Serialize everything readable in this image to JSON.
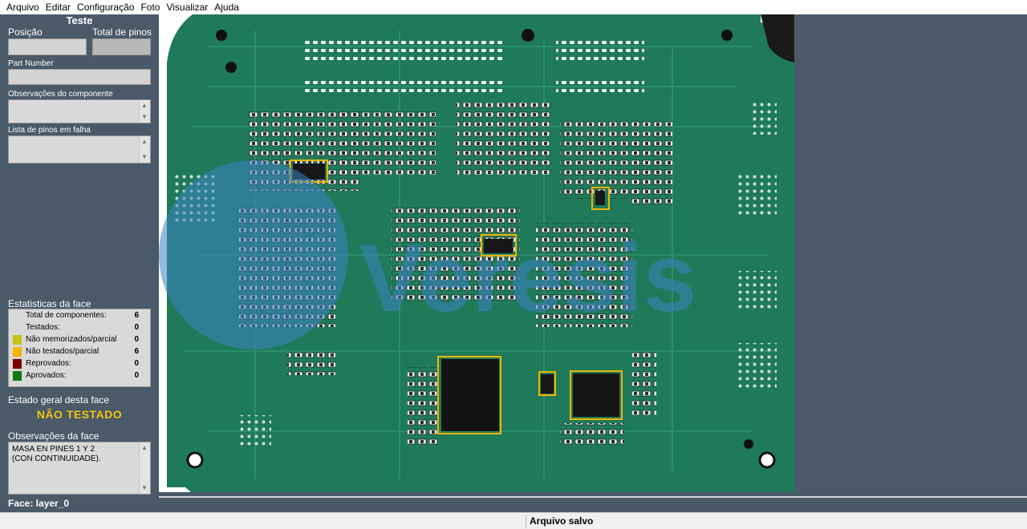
{
  "menu": [
    "Arquivo",
    "Editar",
    "Configuração",
    "Foto",
    "Visualizar",
    "Ajuda"
  ],
  "sidebar": {
    "title": "Teste",
    "position_label": "Posição",
    "total_pins_label": "Total de pinos",
    "part_number_label": "Part Number",
    "component_obs_label": "Observações do componente",
    "failed_pins_label": "Lista de pinos em falha",
    "stats_title": "Estatisticas da face",
    "stats": [
      {
        "label": "Total de componentes:",
        "value": "6",
        "color": ""
      },
      {
        "label": "Testados:",
        "value": "0",
        "color": ""
      },
      {
        "label": "Não memorizados/parcial",
        "value": "0",
        "color": "#c3c31a"
      },
      {
        "label": "Não testados/parcial",
        "value": "6",
        "color": "#f5b400"
      },
      {
        "label": "Reprovados:",
        "value": "0",
        "color": "#7a0000"
      },
      {
        "label": "Aprovados:",
        "value": "0",
        "color": "#0e7a12"
      }
    ],
    "face_state_label": "Estado geral desta face",
    "face_state_value": "NÃO TESTADO",
    "face_obs_label": "Observações da face",
    "face_obs_text": "MASA EN PINES 1 Y 2\n(CON CONTINUIDADE).",
    "face_name": "Face: layer_0"
  },
  "statusbar": {
    "message": "Arquivo salvo"
  },
  "photo": {
    "watermark": "Veresis",
    "board_color": "#1f7a5a",
    "highlight_color": "#f2b400"
  }
}
